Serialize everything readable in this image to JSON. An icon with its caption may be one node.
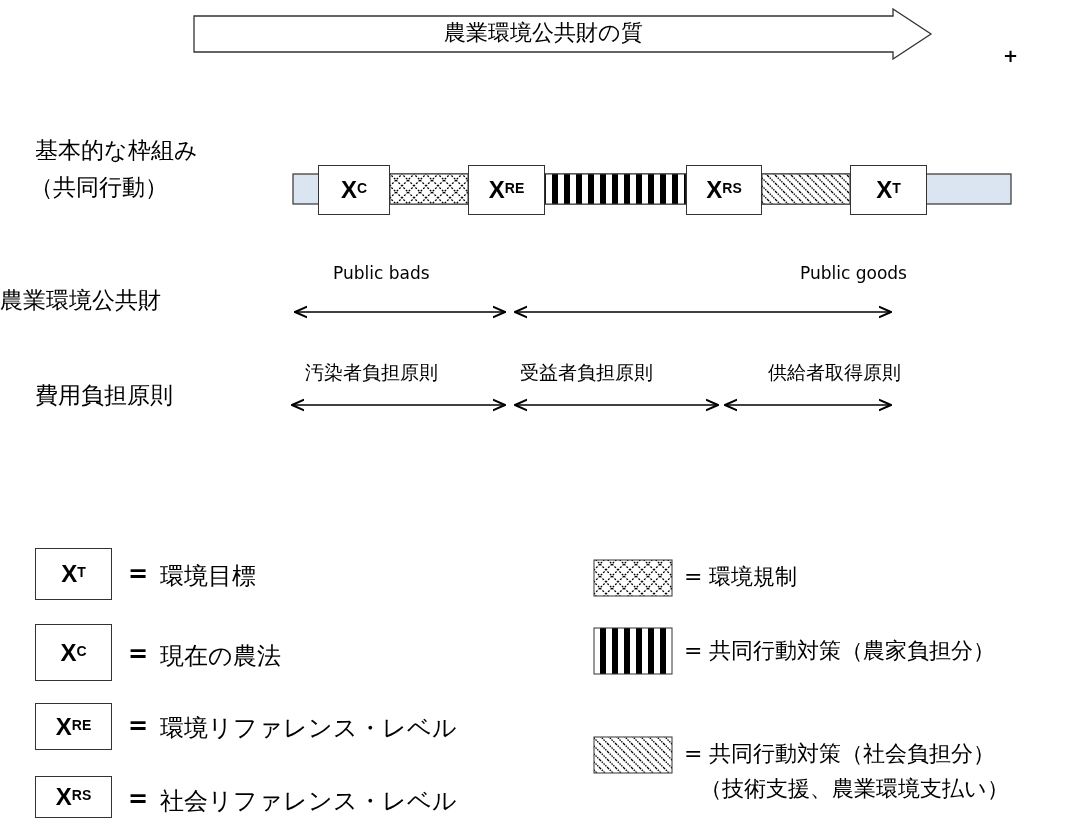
{
  "diagram": {
    "nodes": [
      {
        "text": [
          "農業環境公共財の質"
        ]
      },
      {
        "text": [
          "X$^{C}$"
        ]
      },
      {
        "text": [
          "X$^{RE}$"
        ]
      },
      {
        "text": [
          "X$^{RS}$"
        ]
      },
      {
        "text": [
          "X$^{T}$"
        ]
      },
      {
        "text": [
          "X$^{T}$"
        ],
        "beside": [
          "=",
          "環境目標"
        ]
      },
      {
        "text": [
          "X$^{C}$"
        ],
        "beside": [
          "=",
          "現在の農法"
        ]
      },
      {
        "text": [
          "X$^{RE}$"
        ],
        "beside": [
          "=",
          "環境リファレンス・レベル"
        ]
      },
      {
        "text": [
          "X$^{RS}$"
        ],
        "beside": [
          "=",
          "社会リファレンス・レベル"
        ]
      },
      {
        "text": [],
        "shape": "bar"
      },
      {
        "text": [],
        "shape": "bar"
      },
      {
        "text": [],
        "shape": "bar"
      }
    ],
    "labels": [
      "+",
      "基本的な枠組み",
      "（共同行動）",
      "Public bads",
      "Public goods",
      "農業環境公共財",
      "汚染者負担原則",
      "受益者負担原則",
      "供給者取得原則",
      "費用負担原則",
      "（技術支援、農業環境支払い）"
    ],
    "legend": [
      {
        "text": "=  環境規制"
      },
      {
        "text": "=  共同行動対策（農家負担分）"
      },
      {
        "text": "=  共同行動対策（社会負担分）"
      }
    ]
  }
}
